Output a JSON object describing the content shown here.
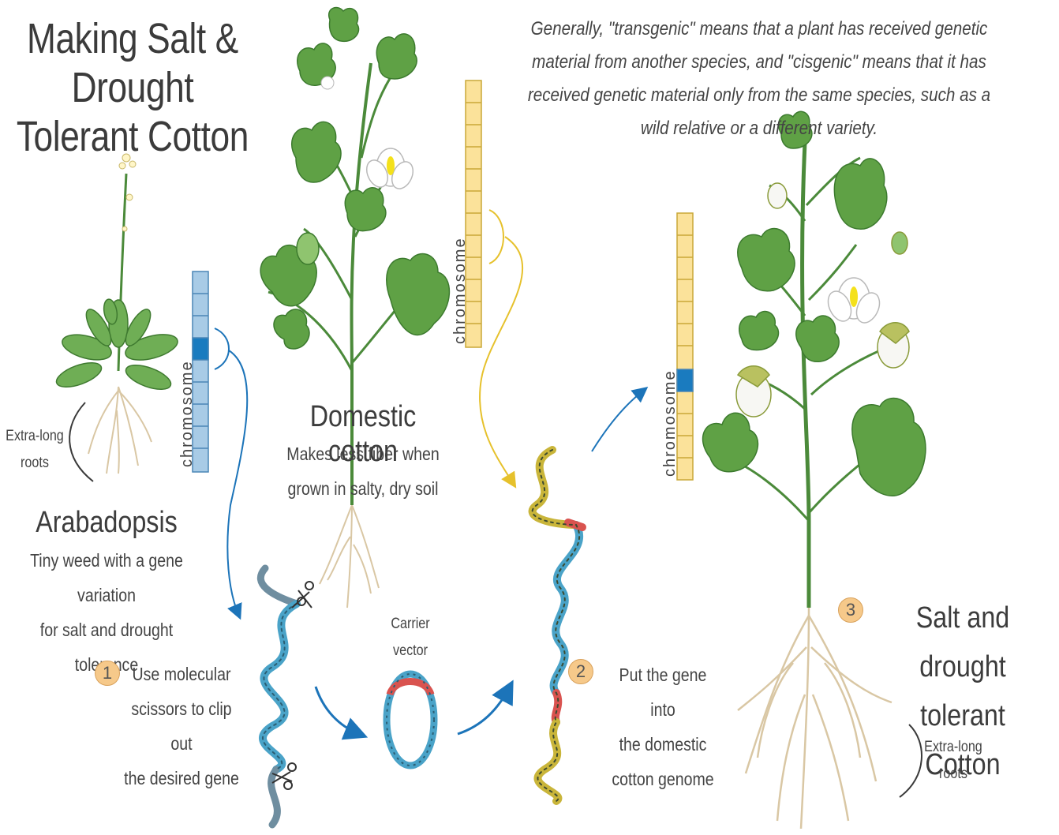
{
  "title": {
    "line1": "Making Salt & Drought",
    "line2": "Tolerant Cotton"
  },
  "note": "Generally, \"transgenic\" means that a plant has received genetic material from another species, and \"cisgenic\" means that it has received genetic material only from the same species, such as a wild relative or a different variety.",
  "chromosome_label": "chromosome",
  "arabadopsis": {
    "name": "Arabadopsis",
    "description_line1": "Tiny weed with a gene variation",
    "description_line2": "for salt and drought tolerance",
    "roots_line1": "Extra-long",
    "roots_line2": "roots"
  },
  "domestic": {
    "name": "Domestic cotton",
    "description_line1": "Makes less fiber when",
    "description_line2": "grown in salty, dry soil"
  },
  "carrier": {
    "line1": "Carrier",
    "line2": "vector"
  },
  "steps": [
    {
      "number": "1",
      "line1": "Use molecular",
      "line2": "scissors to clip out",
      "line3": "the desired gene"
    },
    {
      "number": "2",
      "line1": "Put the gene into",
      "line2": "the domestic",
      "line3": "cotton genome"
    },
    {
      "number": "3",
      "line1": "Salt and drought",
      "line2": "tolerant Cotton"
    }
  ],
  "result_roots": {
    "line1": "Extra-long",
    "line2": "roots"
  },
  "colors": {
    "leaf": "#5fa145",
    "stem": "#4b8a3a",
    "root": "#d9c7a4",
    "chromosome_blue": "#a8cbe6",
    "chromosome_yellow": "#fbe29a",
    "gene_blue": "#1a7bbf",
    "arrow_blue": "#1c74b9",
    "arrow_yellow": "#e6c12c",
    "dna_red": "#d9534f",
    "dna_teal": "#4aa3c8",
    "dna_olive": "#c9b53a",
    "badge": "#f6c98a"
  }
}
